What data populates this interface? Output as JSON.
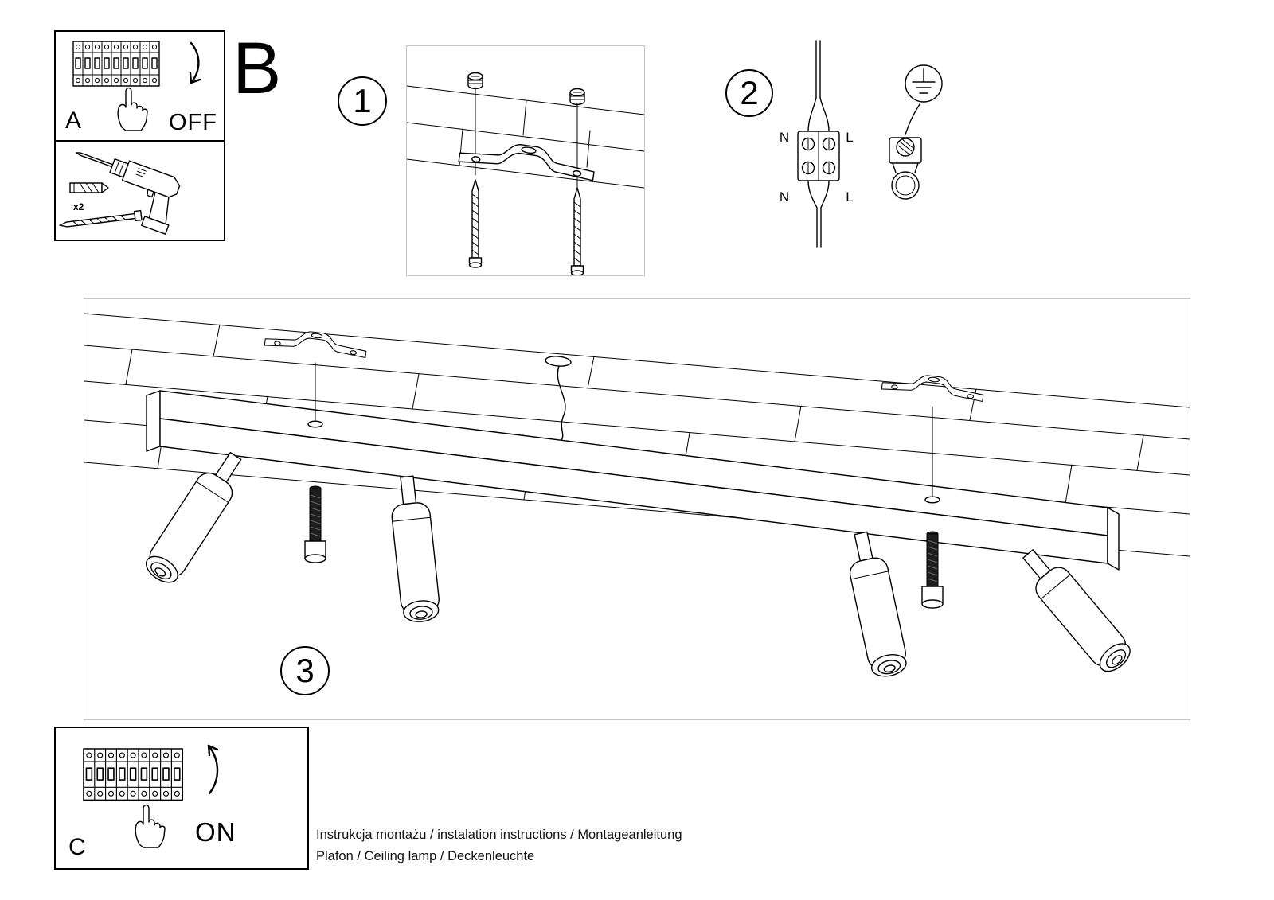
{
  "colors": {
    "line": "#000000",
    "background": "#ffffff",
    "step_panel_border": "#c4c4c4"
  },
  "sections": {
    "b_label": "B"
  },
  "badges": {
    "step1": "1",
    "step2": "2",
    "step3": "3"
  },
  "panel_a": {
    "label": "A",
    "state": "OFF"
  },
  "panel_c": {
    "label": "C",
    "state": "ON"
  },
  "tools": {
    "quantity": "x2"
  },
  "wiring": {
    "neutral_top": "N",
    "live_top": "L",
    "neutral_bottom": "N",
    "live_bottom": "L"
  },
  "illustrations": {
    "panel_a": "hand switching circuit breaker off",
    "tools": "drill, wall plug and mounting screw",
    "step1": "ceiling bracket fixed with two screws",
    "step2": "N and L wires into terminal block, earth clamp connector",
    "step3": "ceiling with brackets, cable and lamp bar with four spotlights",
    "panel_c": "hand switching circuit breaker on"
  },
  "footer": {
    "line1": "Instrukcja montażu / instalation instructions / Montageanleitung",
    "line2": "Plafon / Ceiling lamp / Deckenleuchte"
  }
}
